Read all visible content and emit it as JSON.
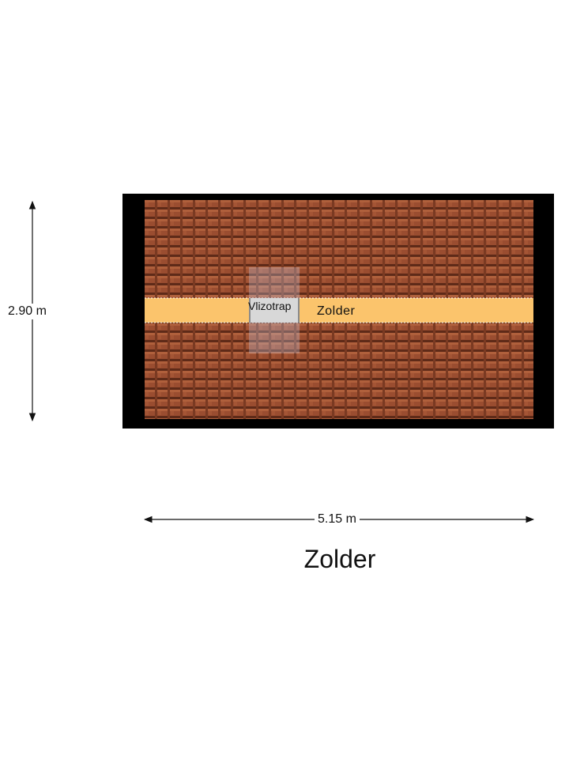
{
  "floor": {
    "title": "Zolder"
  },
  "dimensions": {
    "height": "2.90 m",
    "width": "5.15 m"
  },
  "rooms": {
    "attic": "Zolder",
    "hatch": "Vlizotrap"
  },
  "colors": {
    "roof_tile": "#9a4d30",
    "roof_tile_shadow": "#5e2a18",
    "wall": "#000000",
    "floor_strip": "#fbc46c",
    "hatch": "#d4d4d4"
  }
}
